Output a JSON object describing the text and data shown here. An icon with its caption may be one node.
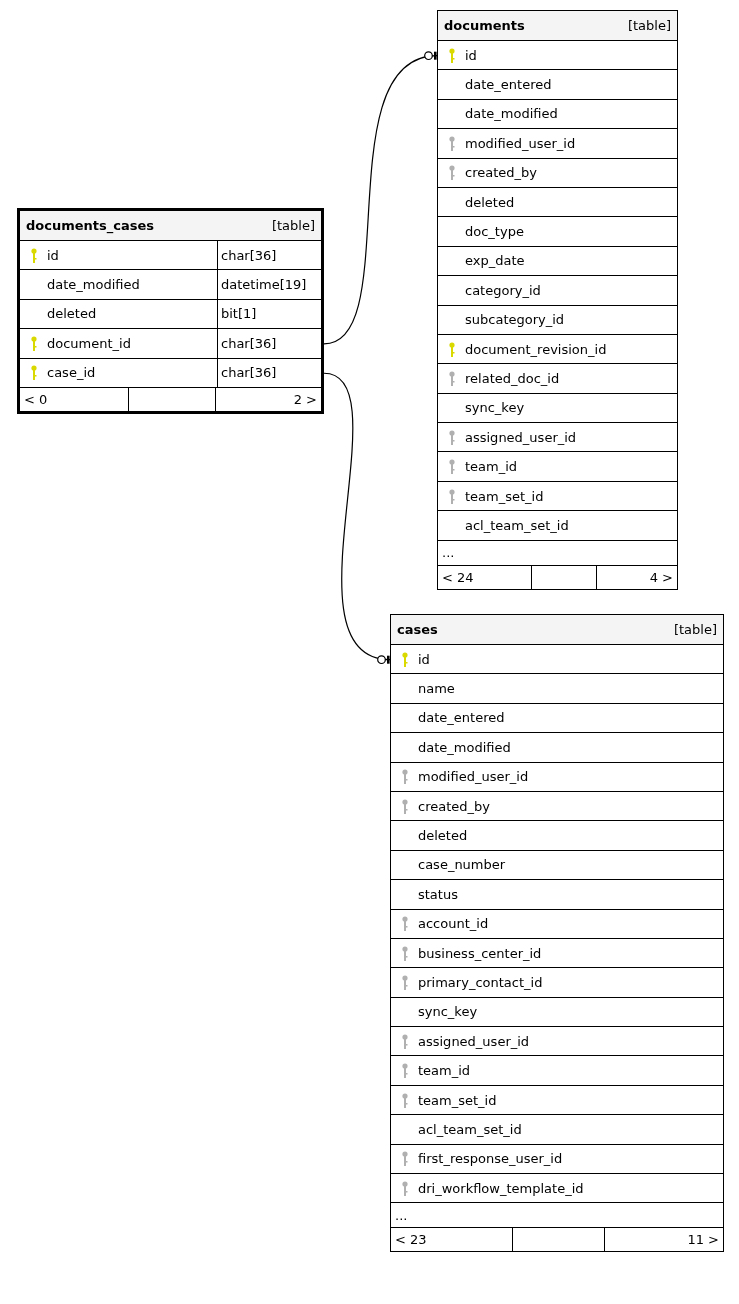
{
  "diagram": {
    "nodes": [
      {
        "text": [
          "documents_cases",
          "[table]"
        ]
      },
      {
        "text": [
          "id",
          "char[36]"
        ],
        "in": 0
      },
      {
        "text": [
          "date_modified",
          "datetime[19]"
        ],
        "in": 0
      },
      {
        "text": [
          "deleted",
          "bit[1]"
        ],
        "in": 0
      },
      {
        "text": [
          "document_id",
          "char[36]"
        ],
        "in": 0
      },
      {
        "text": [
          "case_id",
          "char[36]"
        ],
        "in": 0
      },
      {
        "text": [
          "< 0",
          "2 >"
        ],
        "in": 0
      },
      {
        "text": [
          "documents",
          "[table]"
        ]
      },
      {
        "text": [
          "id"
        ],
        "in": 7
      },
      {
        "text": [
          "date_entered"
        ],
        "in": 7
      },
      {
        "text": [
          "date_modified"
        ],
        "in": 7
      },
      {
        "text": [
          "modified_user_id"
        ],
        "in": 7
      },
      {
        "text": [
          "created_by"
        ],
        "in": 7
      },
      {
        "text": [
          "deleted"
        ],
        "in": 7
      },
      {
        "text": [
          "doc_type"
        ],
        "in": 7
      },
      {
        "text": [
          "exp_date"
        ],
        "in": 7
      },
      {
        "text": [
          "category_id"
        ],
        "in": 7
      },
      {
        "text": [
          "subcategory_id"
        ],
        "in": 7
      },
      {
        "text": [
          "document_revision_id"
        ],
        "in": 7
      },
      {
        "text": [
          "related_doc_id"
        ],
        "in": 7
      },
      {
        "text": [
          "sync_key"
        ],
        "in": 7
      },
      {
        "text": [
          "assigned_user_id"
        ],
        "in": 7
      },
      {
        "text": [
          "team_id"
        ],
        "in": 7
      },
      {
        "text": [
          "team_set_id"
        ],
        "in": 7
      },
      {
        "text": [
          "acl_team_set_id"
        ],
        "in": 7
      },
      {
        "text": [
          "..."
        ],
        "in": 7
      },
      {
        "text": [
          "< 24",
          "4 >"
        ],
        "in": 7
      },
      {
        "text": [
          "cases",
          "[table]"
        ]
      },
      {
        "text": [
          "id"
        ],
        "in": 27
      },
      {
        "text": [
          "name"
        ],
        "in": 27
      },
      {
        "text": [
          "date_entered"
        ],
        "in": 27
      },
      {
        "text": [
          "date_modified"
        ],
        "in": 27
      },
      {
        "text": [
          "modified_user_id"
        ],
        "in": 27
      },
      {
        "text": [
          "created_by"
        ],
        "in": 27
      },
      {
        "text": [
          "deleted"
        ],
        "in": 27
      },
      {
        "text": [
          "case_number"
        ],
        "in": 27
      },
      {
        "text": [
          "status"
        ],
        "in": 27
      },
      {
        "text": [
          "account_id"
        ],
        "in": 27
      },
      {
        "text": [
          "business_center_id"
        ],
        "in": 27
      },
      {
        "text": [
          "primary_contact_id"
        ],
        "in": 27
      },
      {
        "text": [
          "sync_key"
        ],
        "in": 27
      },
      {
        "text": [
          "assigned_user_id"
        ],
        "in": 27
      },
      {
        "text": [
          "team_id"
        ],
        "in": 27
      },
      {
        "text": [
          "team_set_id"
        ],
        "in": 27
      },
      {
        "text": [
          "acl_team_set_id"
        ],
        "in": 27
      },
      {
        "text": [
          "first_response_user_id"
        ],
        "in": 27
      },
      {
        "text": [
          "dri_workflow_template_id"
        ],
        "in": 27
      },
      {
        "text": [
          "..."
        ],
        "in": 27
      },
      {
        "text": [
          "< 23",
          "11 >"
        ],
        "in": 27
      }
    ],
    "edges": [
      {
        "from": 4,
        "to": 8,
        "arrow": "other"
      },
      {
        "from": 5,
        "to": 28,
        "arrow": "other"
      }
    ]
  }
}
